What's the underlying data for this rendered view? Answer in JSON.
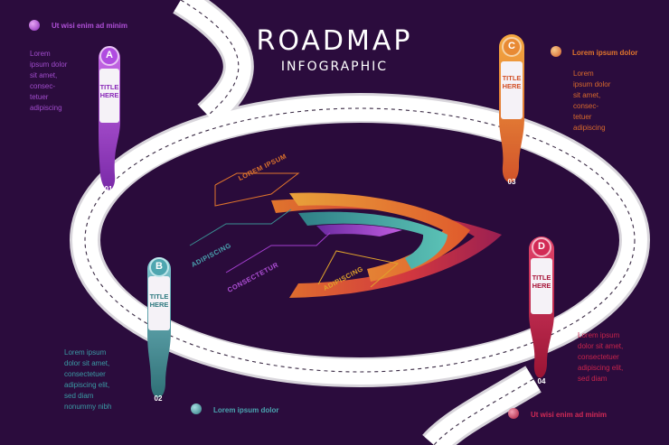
{
  "header": {
    "title": "ROADMAP",
    "subtitle": "INFOGRAPHIC"
  },
  "colors": {
    "background": "#2b0c3d",
    "a": "#a43fd0",
    "b": "#3a8f93",
    "c": "#e0752c",
    "d": "#b81d3f"
  },
  "milestones": [
    {
      "letter": "A",
      "label": "TITLE\nHERE",
      "number": "01",
      "heading": "Ut wisi enim ad minim",
      "text": "Lorem\nipsum dolor\nsit amet,\nconsec-\ntetuer\nadipiscing"
    },
    {
      "letter": "B",
      "label": "TITLE\nHERE",
      "number": "02",
      "heading": "Lorem ipsum dolor",
      "text": "Lorem ipsum\ndolor sit amet,\nconsectetuer\nadipiscing elit,\nsed diam\nnonummy nibh"
    },
    {
      "letter": "C",
      "label": "TITLE\nHERE",
      "number": "03",
      "heading": "Lorem ipsum dolor",
      "text": "Lorem\nipsum dolor\nsit amet,\nconsec-\ntetuer\nadipiscing"
    },
    {
      "letter": "D",
      "label": "TITLE\nHERE",
      "number": "04",
      "heading": "Ut wisi enim ad minim",
      "text": "Lorem ipsum\ndolor sit amet,\nconsectetuer\nadipiscing elit,\nsed diam"
    }
  ],
  "bars": [
    {
      "label": "LOREM IPSUM",
      "color": "#e0752c"
    },
    {
      "label": "ADIPISCING",
      "color": "#3a8f93"
    },
    {
      "label": "CONSECTETUR",
      "color": "#a43fd0"
    },
    {
      "label": "ADIPISCING",
      "color": "#e0a22c"
    }
  ]
}
